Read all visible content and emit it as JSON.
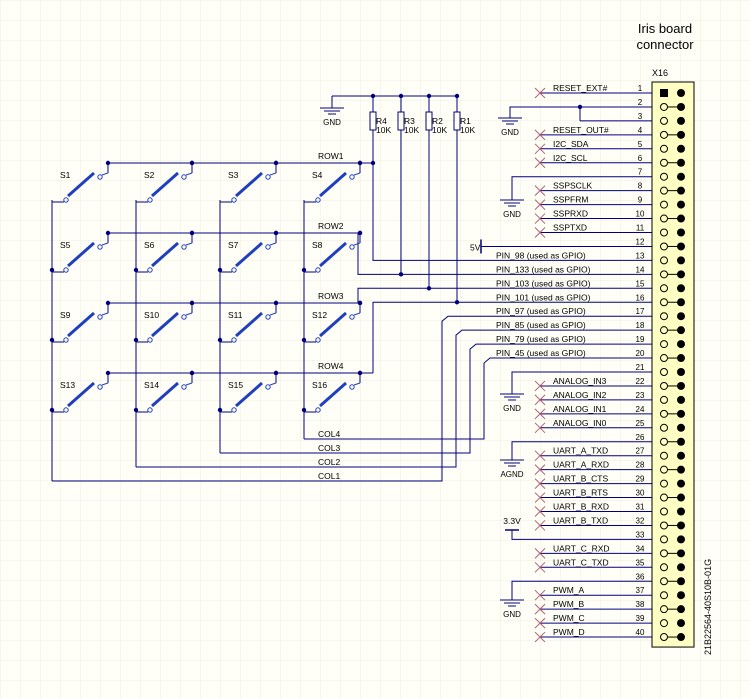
{
  "title": [
    "Iris board",
    "connector"
  ],
  "connector": {
    "ref": "X16",
    "part": "21B22564-40S10B-01G",
    "pins": [
      {
        "n": "1",
        "net": "RESET_EXT#",
        "kind": "nc"
      },
      {
        "n": "2",
        "net": "",
        "kind": "gnd"
      },
      {
        "n": "3",
        "net": "",
        "kind": "gnd"
      },
      {
        "n": "4",
        "net": "RESET_OUT#",
        "kind": "nc"
      },
      {
        "n": "5",
        "net": "I2C_SDA",
        "kind": "nc"
      },
      {
        "n": "6",
        "net": "I2C_SCL",
        "kind": "nc"
      },
      {
        "n": "7",
        "net": "",
        "kind": "gnd"
      },
      {
        "n": "8",
        "net": "SSPSCLK",
        "kind": "nc"
      },
      {
        "n": "9",
        "net": "SSPFRM",
        "kind": "nc"
      },
      {
        "n": "10",
        "net": "SSPRXD",
        "kind": "nc"
      },
      {
        "n": "11",
        "net": "SSPTXD",
        "kind": "nc"
      },
      {
        "n": "12",
        "net": "",
        "kind": "5v"
      },
      {
        "n": "13",
        "net": "PIN_98 (used as GPIO)",
        "kind": "gpio"
      },
      {
        "n": "14",
        "net": "PIN_133 (used as GPIO)",
        "kind": "gpio"
      },
      {
        "n": "15",
        "net": "PIN_103 (used as GPIO)",
        "kind": "gpio"
      },
      {
        "n": "16",
        "net": "PIN_101 (used as GPIO)",
        "kind": "gpio"
      },
      {
        "n": "17",
        "net": "PIN_97 (used as GPIO)",
        "kind": "gpio"
      },
      {
        "n": "18",
        "net": "PIN_85 (used as GPIO)",
        "kind": "gpio"
      },
      {
        "n": "19",
        "net": "PIN_79 (used as GPIO)",
        "kind": "gpio"
      },
      {
        "n": "20",
        "net": "PIN_45 (used as GPIO)",
        "kind": "gpio"
      },
      {
        "n": "21",
        "net": "",
        "kind": "gnd"
      },
      {
        "n": "22",
        "net": "ANALOG_IN3",
        "kind": "nc"
      },
      {
        "n": "23",
        "net": "ANALOG_IN2",
        "kind": "nc"
      },
      {
        "n": "24",
        "net": "ANALOG_IN1",
        "kind": "nc"
      },
      {
        "n": "25",
        "net": "ANALOG_IN0",
        "kind": "nc"
      },
      {
        "n": "26",
        "net": "",
        "kind": "agnd"
      },
      {
        "n": "27",
        "net": "UART_A_TXD",
        "kind": "nc"
      },
      {
        "n": "28",
        "net": "UART_A_RXD",
        "kind": "nc"
      },
      {
        "n": "29",
        "net": "UART_B_CTS",
        "kind": "nc"
      },
      {
        "n": "30",
        "net": "UART_B_RTS",
        "kind": "nc"
      },
      {
        "n": "31",
        "net": "UART_B_RXD",
        "kind": "nc"
      },
      {
        "n": "32",
        "net": "UART_B_TXD",
        "kind": "nc"
      },
      {
        "n": "33",
        "net": "",
        "kind": "3v3"
      },
      {
        "n": "34",
        "net": "UART_C_RXD",
        "kind": "nc"
      },
      {
        "n": "35",
        "net": "UART_C_TXD",
        "kind": "nc"
      },
      {
        "n": "36",
        "net": "",
        "kind": "gnd"
      },
      {
        "n": "37",
        "net": "PWM_A",
        "kind": "nc"
      },
      {
        "n": "38",
        "net": "PWM_B",
        "kind": "nc"
      },
      {
        "n": "39",
        "net": "PWM_C",
        "kind": "nc"
      },
      {
        "n": "40",
        "net": "PWM_D",
        "kind": "nc"
      }
    ]
  },
  "power": {
    "gnd": "GND",
    "agnd": "AGND",
    "v5": "5V",
    "v33": "3.3V"
  },
  "resistors": [
    {
      "ref": "R4",
      "value": "10K"
    },
    {
      "ref": "R3",
      "value": "10K"
    },
    {
      "ref": "R2",
      "value": "10K"
    },
    {
      "ref": "R1",
      "value": "10K"
    }
  ],
  "rows": [
    "ROW1",
    "ROW2",
    "ROW3",
    "ROW4"
  ],
  "cols": [
    "COL1",
    "COL2",
    "COL3",
    "COL4"
  ],
  "switches": [
    "S1",
    "S2",
    "S3",
    "S4",
    "S5",
    "S6",
    "S7",
    "S8",
    "S9",
    "S10",
    "S11",
    "S12",
    "S13",
    "S14",
    "S15",
    "S16"
  ],
  "colors": {
    "background": "#fffff7",
    "grid": "#ecece0",
    "wire": "#00007f",
    "component": "#1f3fbf",
    "junction": "#00007f",
    "noconnect": "#b06070",
    "body": "#ffffc4",
    "text": "#000000"
  }
}
